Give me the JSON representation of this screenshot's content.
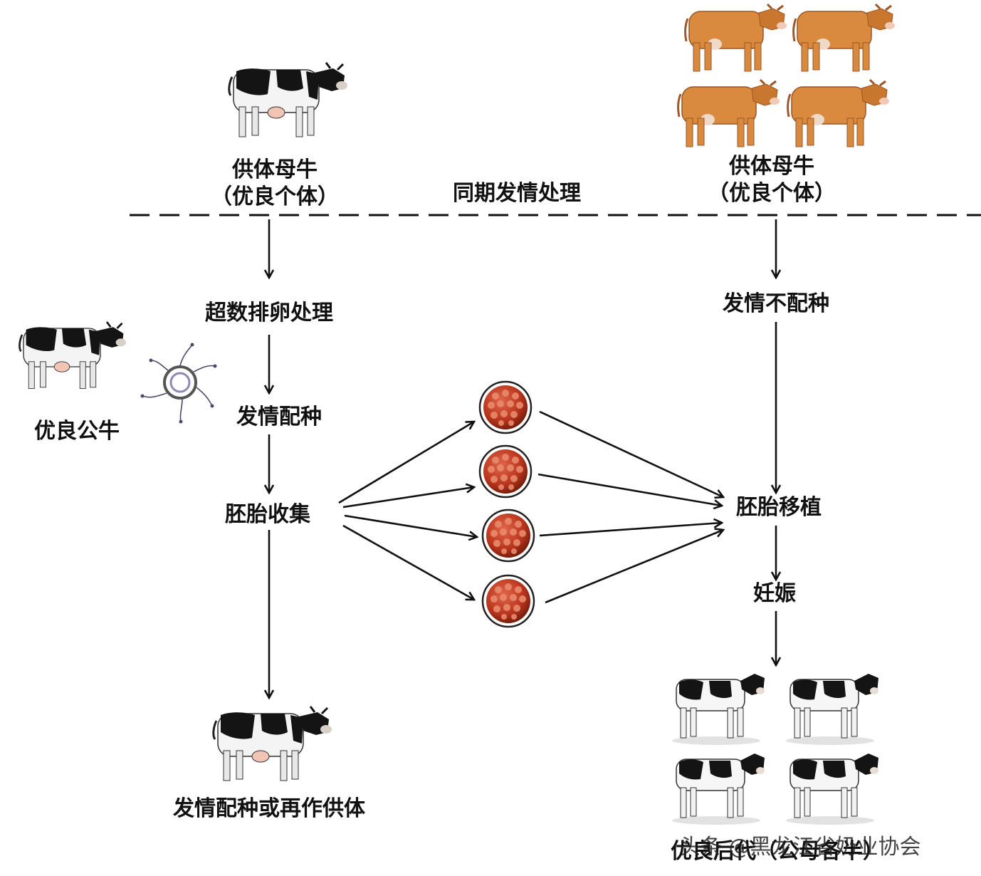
{
  "labels": {
    "donor_title": "供体母牛",
    "donor_sub": "（优良个体）",
    "recipient_title": "供体母牛",
    "recipient_sub": "（优良个体）",
    "sync": "同期发情处理",
    "superovulation": "超数排卵处理",
    "estrus_breeding": "发情配种",
    "embryo_collection": "胚胎收集",
    "post_donor": "发情配种或再作供体",
    "bull": "优良公牛",
    "estrus_no_breeding": "发情不配种",
    "embryo_transfer": "胚胎移植",
    "pregnancy": "妊娠",
    "offspring": "优良后代（公母各半）"
  },
  "watermark": "头条 @黑龙江省奶业协会",
  "colors": {
    "line": "#111111",
    "embryo": "#b8341c",
    "embryo_dark": "#7a1f0e",
    "holstein_black": "#141414",
    "jersey": "#d98a3e"
  },
  "icons": {
    "donor_cow": "holstein-cow-icon",
    "bull": "holstein-bull-icon",
    "sperm_egg": "egg-with-sperm-icon",
    "embryo": "embryo-morula-icon",
    "recipient_cows": "brown-cow-icon",
    "calves": "holstein-calf-icon"
  }
}
